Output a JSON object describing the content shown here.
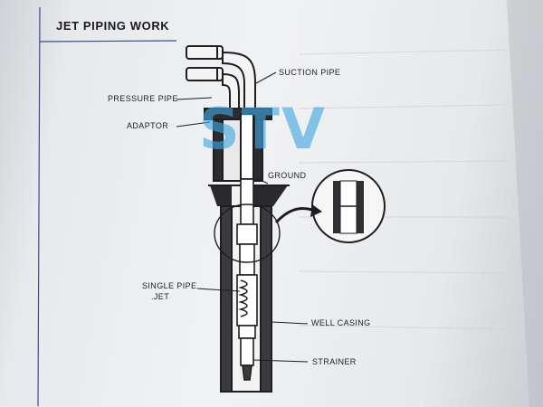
{
  "title": "JET PIPING WORK",
  "labels": {
    "suction_pipe": "SUCTION PIPE",
    "pressure_pipe": "PRESSURE PIPE",
    "adaptor": "ADAPTOR",
    "ground": "GROUND",
    "single_pipe": "SINGLE PIPE",
    "jet": ".JET",
    "well_casing": "WELL CASING",
    "strainer": "STRAINER"
  },
  "watermark": "STV",
  "colors": {
    "ink": "#1e1e22",
    "frame": "#3b4a8a",
    "watermark": "#3fa7e0"
  }
}
